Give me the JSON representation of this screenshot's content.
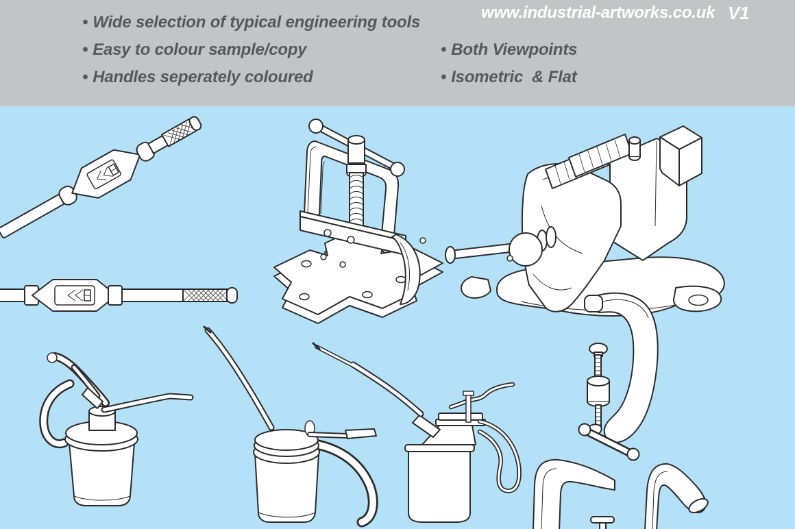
{
  "colors": {
    "header_bg": "#c3c4c5",
    "canvas_bg": "#b5e1f8",
    "feature_text": "#57585a",
    "url_text": "#ffffff",
    "line_art_stroke": "#2b2b2b",
    "line_art_fill": "#ffffff"
  },
  "header": {
    "bullet": "•",
    "left_features": [
      "Wide selection of typical engineering tools",
      "Easy to colour sample/copy",
      "Handles seperately coloured"
    ],
    "right_features": [
      "Both Viewpoints",
      "Isometric  & Flat"
    ],
    "website": "www.industrial-artworks.co.uk",
    "version": "V1"
  },
  "illustrations": [
    {
      "id": "tap-wrench-isometric",
      "label": "Tap wrench, isometric view"
    },
    {
      "id": "tap-wrench-flat",
      "label": "Tap wrench, flat view"
    },
    {
      "id": "pipe-vice-isometric",
      "label": "Yoke pipe vice, isometric view"
    },
    {
      "id": "bench-vice-isometric",
      "label": "Engineer's bench vice with square bar, isometric view"
    },
    {
      "id": "oil-can-isometric-1",
      "label": "Oil can with pump lever, isometric view"
    },
    {
      "id": "oil-can-isometric-2",
      "label": "Oil can with strap handle, isometric view"
    },
    {
      "id": "oil-can-flat",
      "label": "Oil can, flat side view"
    },
    {
      "id": "g-clamp-isometric",
      "label": "G-clamp with tommy bar, isometric view"
    },
    {
      "id": "g-clamp-flat-partial",
      "label": "G-clamp, flat view (partial)"
    },
    {
      "id": "g-clamp-isometric-partial",
      "label": "G-clamp, isometric view (partial)"
    }
  ]
}
